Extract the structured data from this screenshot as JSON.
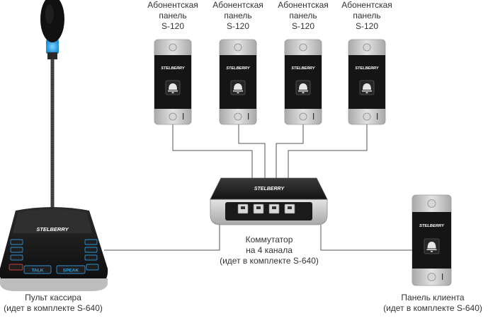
{
  "brand": "STELBERRY",
  "subscriber_panels": [
    {
      "line1": "Абонентская",
      "line2": "панель",
      "line3": "S-120"
    },
    {
      "line1": "Абонентская",
      "line2": "панель",
      "line3": "S-120"
    },
    {
      "line1": "Абонентская",
      "line2": "панель",
      "line3": "S-120"
    },
    {
      "line1": "Абонентская",
      "line2": "панель",
      "line3": "S-120"
    }
  ],
  "console": {
    "line1": "Пульт кассира",
    "line2": "(идет в комплекте S-640)",
    "talk": "TALK",
    "speak": "SPEAK"
  },
  "switch": {
    "line1": "Коммутатор",
    "line2": "на 4 канала",
    "line3": "(идет в комплекте S-640)"
  },
  "client_panel": {
    "line1": "Панель клиента",
    "line2": "(идет в комплекте S-640)"
  },
  "panel_mark": "I",
  "colors": {
    "wire": "#555555",
    "metal": "#c9c9c9",
    "body": "#151515",
    "glow": "#2aa3e6",
    "button_blue": "#2f8fd0",
    "button_red": "#d23c3c"
  }
}
